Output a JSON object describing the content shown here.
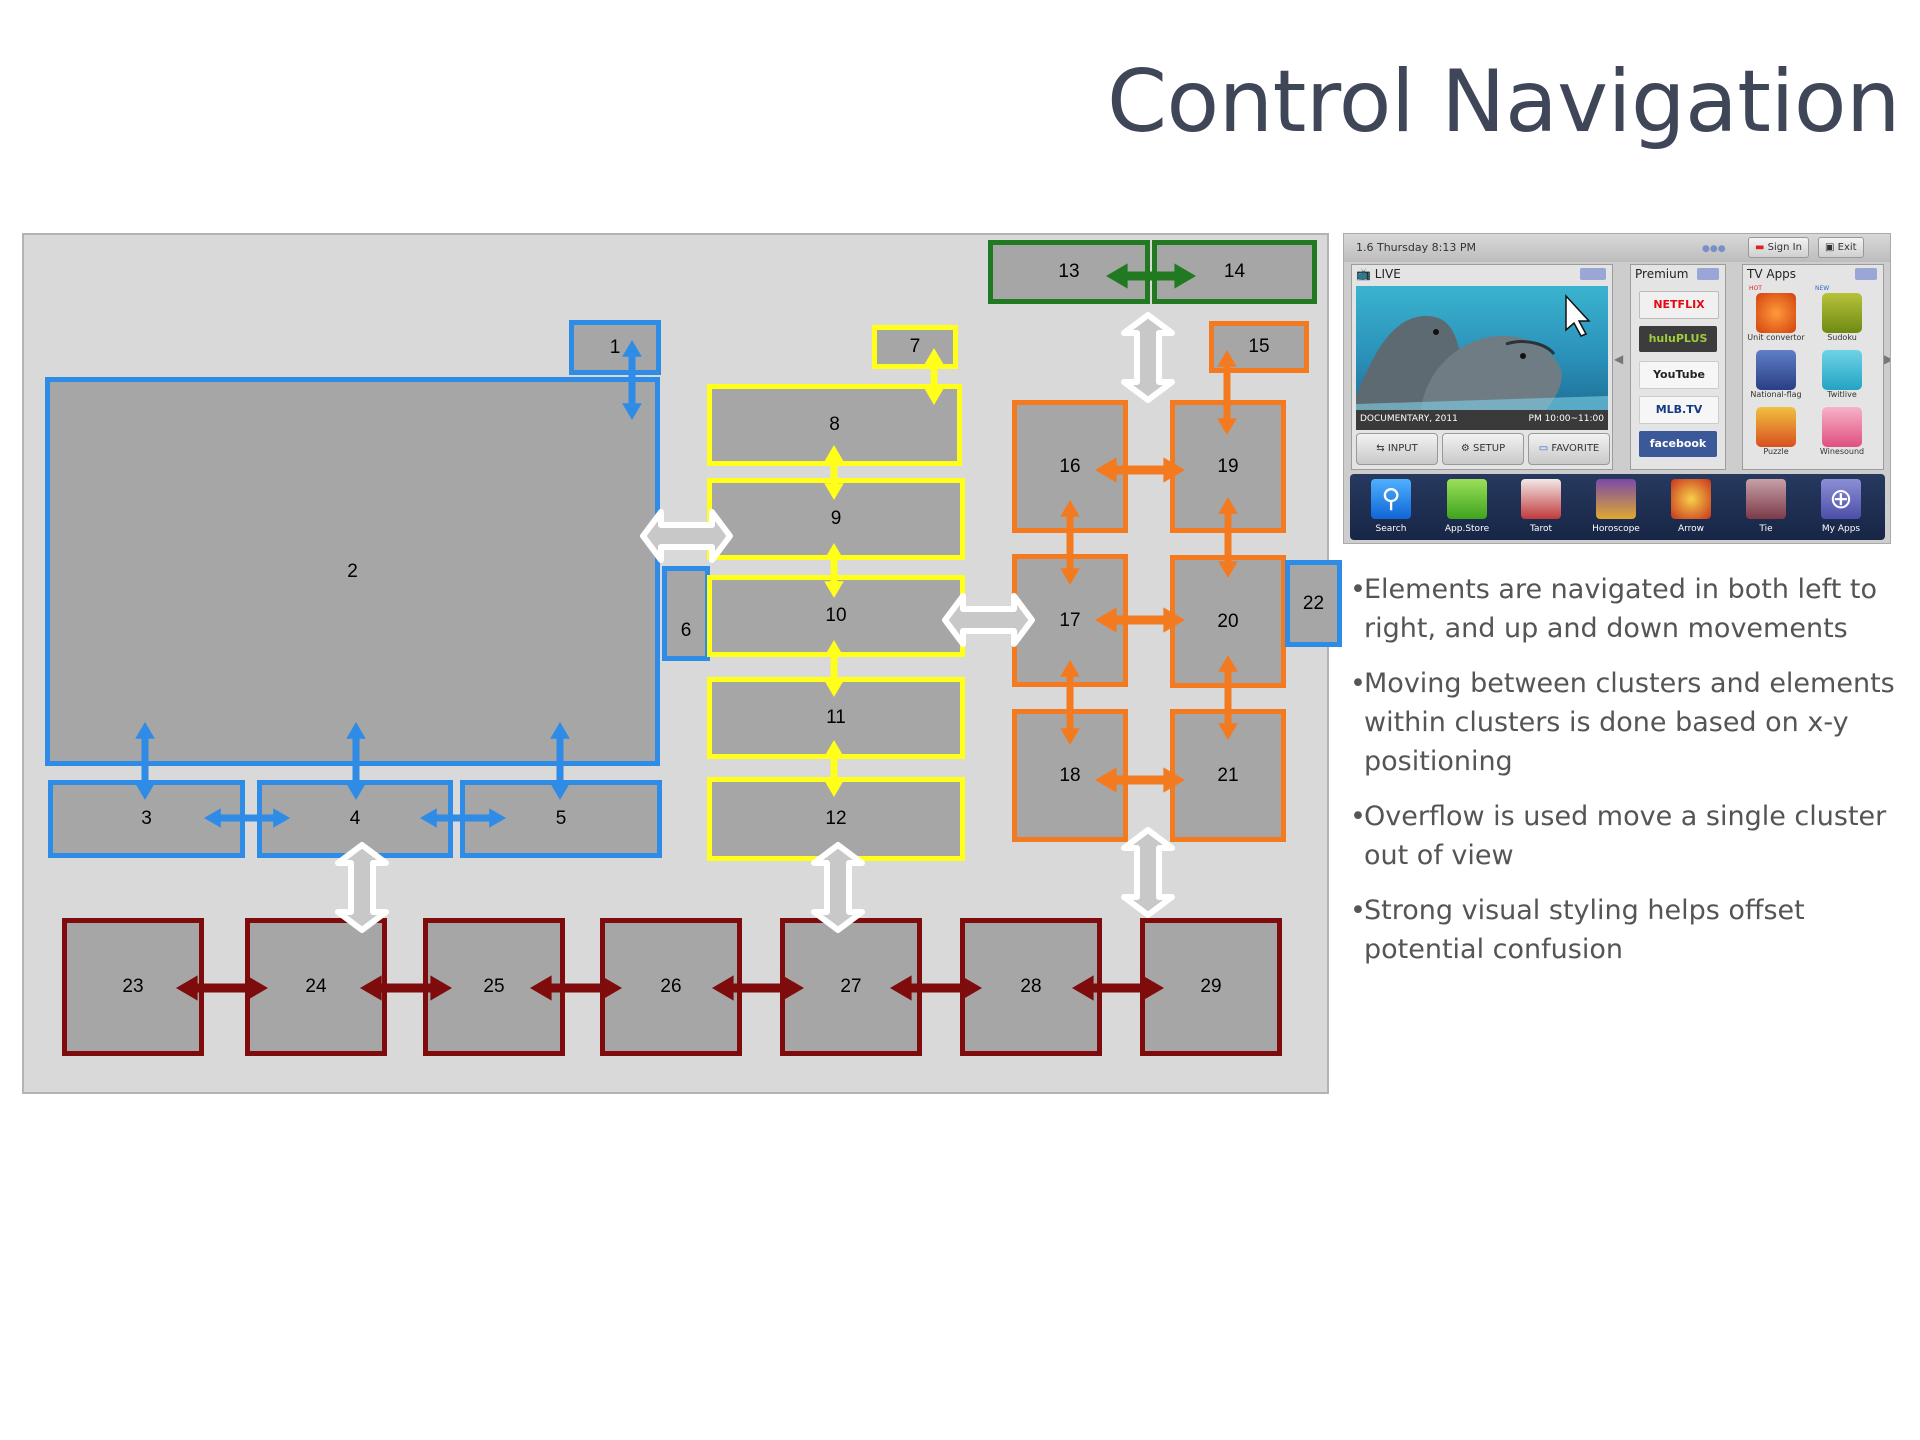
{
  "title": "Control Navigation",
  "diagram": {
    "boxes": {
      "b1": "1",
      "b2": "2",
      "b3": "3",
      "b4": "4",
      "b5": "5",
      "b6": "6",
      "b7": "7",
      "b8": "8",
      "b9": "9",
      "b10": "10",
      "b11": "11",
      "b12": "12",
      "b13": "13",
      "b14": "14",
      "b15": "15",
      "b16": "16",
      "b17": "17",
      "b18": "18",
      "b19": "19",
      "b20": "20",
      "b21": "21",
      "b22": "22",
      "b23": "23",
      "b24": "24",
      "b25": "25",
      "b26": "26",
      "b27": "27",
      "b28": "28",
      "b29": "29"
    },
    "colors": {
      "blue": "#2e8be6",
      "yellow": "#ffff1a",
      "orange": "#f47a1f",
      "green": "#217a21",
      "darkred": "#7e0c0c",
      "white": "#ffffff"
    }
  },
  "tv": {
    "date": "1.6 Thursday 8:13 PM",
    "sign_in": "Sign In",
    "exit": "Exit",
    "live": {
      "header": "LIVE",
      "caption": "DOCUMENTARY, 2011",
      "time": "PM 10:00~11:00",
      "buttons": [
        "INPUT",
        "SETUP",
        "FAVORITE"
      ]
    },
    "premium": {
      "header": "Premium",
      "items": [
        "NETFLIX",
        "huluPLUS",
        "YouTube",
        "MLB.TV",
        "facebook"
      ]
    },
    "tvapps": {
      "header": "TV Apps",
      "hot": "HOT",
      "new": "NEW",
      "items": [
        "Unit convertor",
        "Sudoku",
        "National-flag",
        "Twitlive",
        "Puzzle",
        "Winesound"
      ]
    },
    "dock": [
      "Search",
      "App.Store",
      "Tarot",
      "Horoscope",
      "Arrow",
      "Tie",
      "My Apps"
    ]
  },
  "bullets": [
    "Elements are navigated in both left to right, and up and down movements",
    " Moving between clusters and elements within clusters is done based on x-y positioning",
    " Overflow is used move a single cluster out of view",
    " Strong visual styling helps offset potential confusion"
  ]
}
